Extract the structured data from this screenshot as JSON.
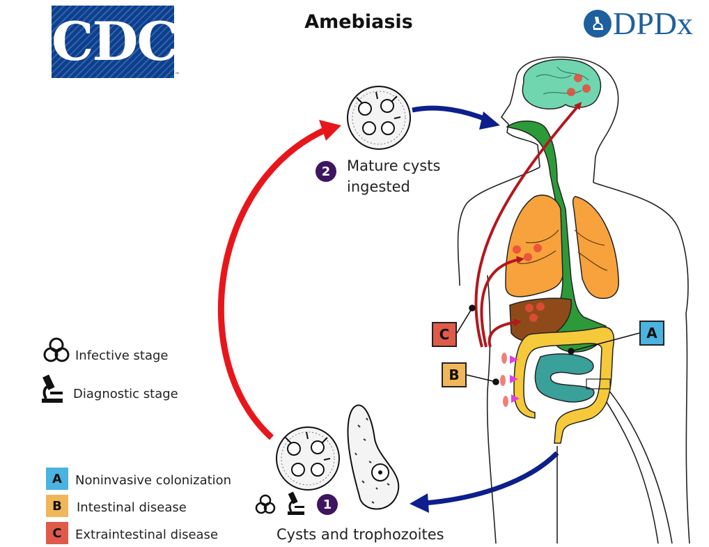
{
  "title": "Amebiasis",
  "logos": {
    "cdc": "CDC",
    "cdc_tm": "™",
    "dpdx": "DPDx"
  },
  "steps": [
    {
      "number": "1",
      "label": "Cysts and trophozoites"
    },
    {
      "number": "2",
      "label_line1": "Mature cysts",
      "label_line2": "ingested"
    }
  ],
  "stage_legend": [
    {
      "icon": "biohazard-icon",
      "label": "Infective stage"
    },
    {
      "icon": "microscope-icon",
      "label": "Diagnostic stage"
    }
  ],
  "disease_key": [
    {
      "letter": "A",
      "label": "Noninvasive colonization",
      "color": "#4ab3e0"
    },
    {
      "letter": "B",
      "label": "Intestinal disease",
      "color": "#f0b75a"
    },
    {
      "letter": "C",
      "label": "Extraintestinal disease",
      "color": "#e05a4a"
    }
  ],
  "colors": {
    "infective_arrow": "#e8161b",
    "flow_arrow": "#0d1f8c",
    "brain": "#6fd6b0",
    "lungs": "#f7a23c",
    "liver": "#8f4a1a",
    "digestive": "#2d9a3a",
    "colon": "#f5c93a",
    "small_intestine": "#3aa09a",
    "step_badge": "#3d1560",
    "cdc_blue": "#0b3f8f",
    "dpdx_blue": "#1f5f9e"
  }
}
